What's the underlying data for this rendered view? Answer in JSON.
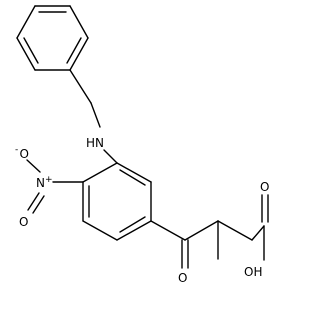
{
  "molecule": {
    "atom_labels": {
      "amine": "HN",
      "nitro_n": "N",
      "nitro_n_charge": "+",
      "nitro_o_neg": "O",
      "nitro_o_neg_charge": "-",
      "nitro_o_double": "O",
      "ketone_o": "O",
      "acid_oh": "OH",
      "acid_o": "O"
    }
  }
}
